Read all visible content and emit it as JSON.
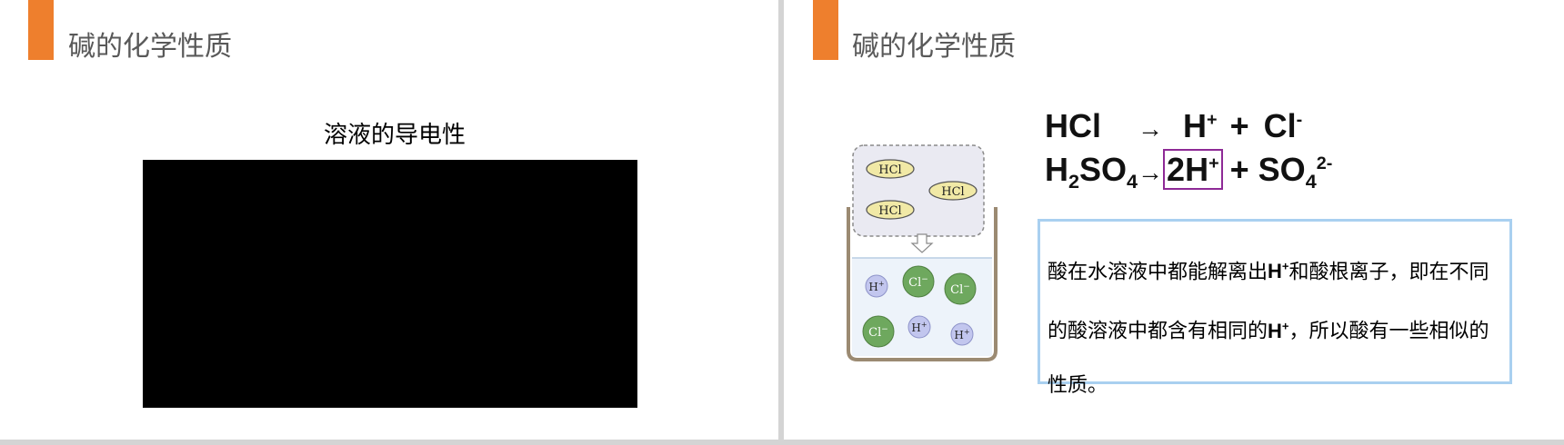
{
  "left_slide": {
    "title": "碱的化学性质",
    "subtitle": "溶液的导电性"
  },
  "right_slide": {
    "title": "碱的化学性质",
    "equation1": {
      "reactant": "HCl",
      "arrow": "→",
      "ion1": "H",
      "ion1_charge": "+",
      "plus": "+",
      "ion2": "Cl",
      "ion2_charge": "-"
    },
    "equation2": {
      "reactant_a": "H",
      "reactant_sub1": "2",
      "reactant_b": "SO",
      "reactant_sub2": "4",
      "arrow": "→",
      "ion1": "2H",
      "ion1_charge": "+",
      "plus": "+",
      "ion2": "SO",
      "ion2_sub": "4",
      "ion2_charge": "2-"
    },
    "explanation": {
      "part1": "酸在水溶液中都能解离出",
      "h_ion1": "H",
      "h_charge1": "+",
      "part2": "和酸根离子，即在不同的酸溶液中都含有相同的",
      "h_ion2": "H",
      "h_charge2": "+",
      "part3": "，所以酸有一些相似的性质。"
    },
    "diagram": {
      "molecule_label": "HCl",
      "cation_label": "H",
      "cation_charge": "+",
      "anion_label": "Cl",
      "anion_charge": "−"
    }
  }
}
